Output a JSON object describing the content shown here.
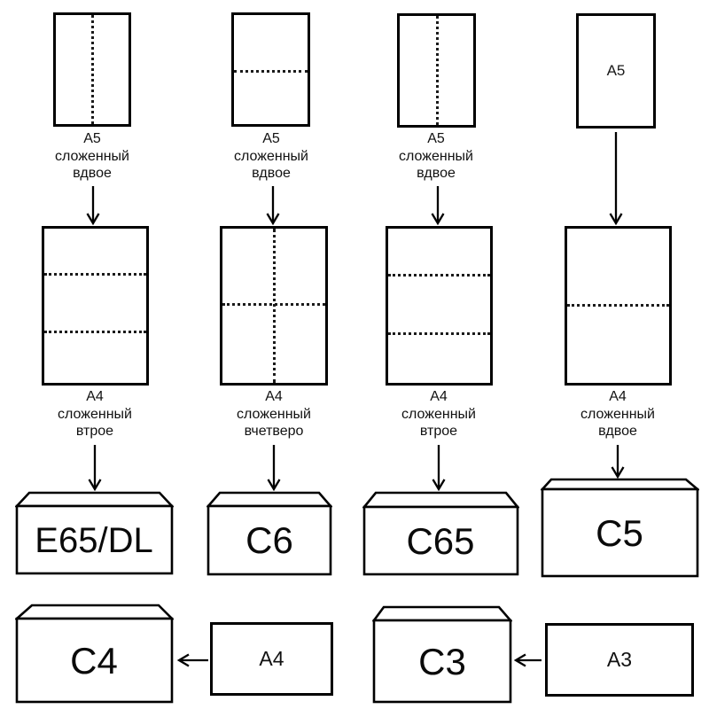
{
  "colors": {
    "highlight": "#faa7a7",
    "ink": "#000000",
    "paper": "#ffffff"
  },
  "flow_columns": [
    {
      "source_caption": [
        "A5",
        "сложенный",
        "вдвое"
      ],
      "folded_caption": [
        "A4",
        "сложенный",
        "втрое"
      ],
      "envelope_label": "E65/DL"
    },
    {
      "source_caption": [
        "A5",
        "сложенный",
        "вдвое"
      ],
      "folded_caption": [
        "A4",
        "сложенный",
        "вчетверо"
      ],
      "envelope_label": "C6"
    },
    {
      "source_caption": [
        "A5",
        "сложенный",
        "вдвое"
      ],
      "folded_caption": [
        "A4",
        "сложенный",
        "втрое"
      ],
      "envelope_label": "C65"
    },
    {
      "source_paper_label": "A5",
      "folded_caption": [
        "A4",
        "сложенный",
        "вдвое"
      ],
      "envelope_label": "C5"
    }
  ],
  "bottom_pairs": [
    {
      "envelope_label": "C4",
      "paper_label": "A4"
    },
    {
      "envelope_label": "C3",
      "paper_label": "A3"
    }
  ]
}
